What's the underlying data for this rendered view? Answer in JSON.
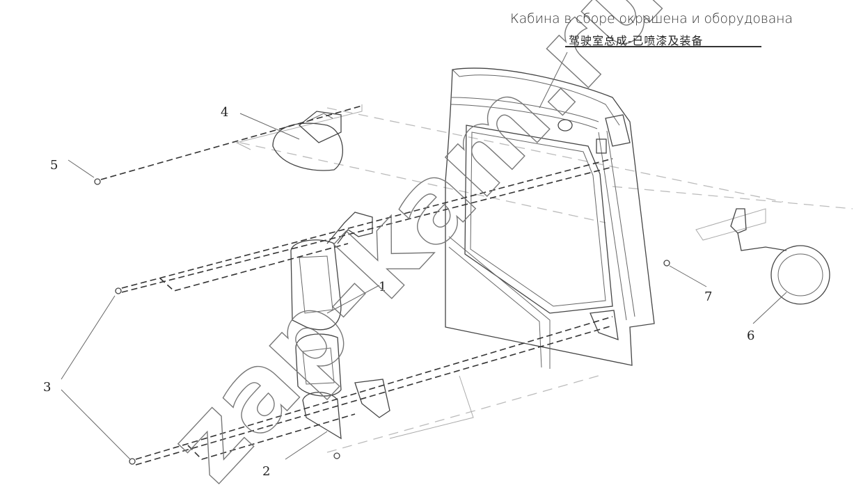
{
  "title": {
    "ru": "Кабина в сборе окрашена и оборудована",
    "zh": "驾驶室总成-已喷漆及装备"
  },
  "callouts": [
    "1",
    "2",
    "3",
    "4",
    "5",
    "6",
    "7"
  ],
  "watermark": "zap-kam.ru",
  "colors": {
    "ink": "#333333",
    "background": "#ffffff",
    "guide": "#aaaaaa"
  }
}
